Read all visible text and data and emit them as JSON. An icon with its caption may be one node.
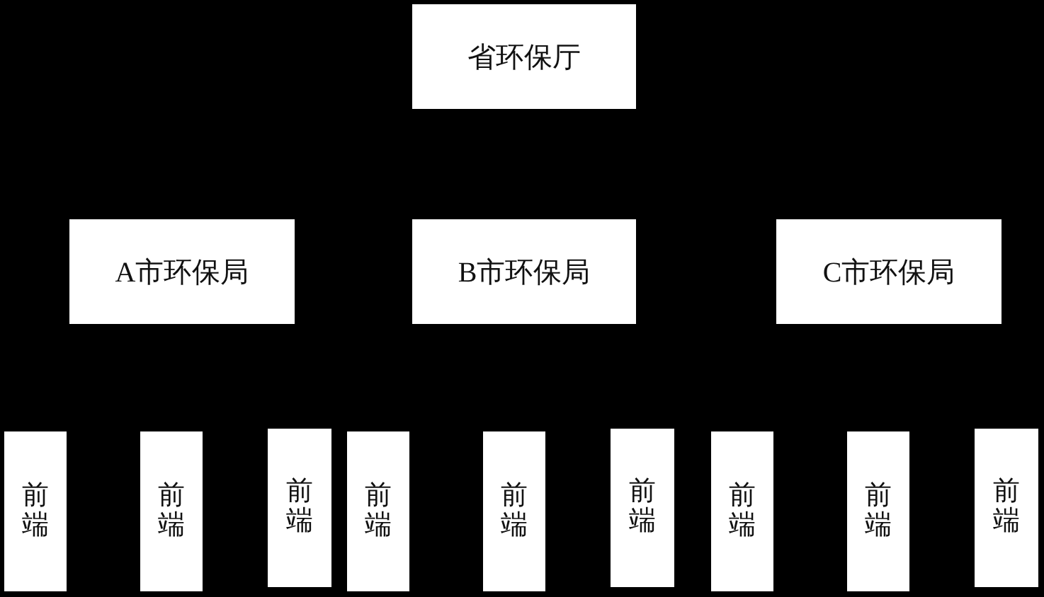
{
  "diagram": {
    "nodes": [
      {
        "text": [
          "省环保厅"
        ]
      },
      {
        "text": [
          "A市环保局"
        ]
      },
      {
        "text": [
          "B市环保局"
        ]
      },
      {
        "text": [
          "C市环保局"
        ]
      },
      {
        "text": [
          "前端"
        ]
      },
      {
        "text": [
          "前端"
        ]
      },
      {
        "text": [
          "前端"
        ]
      },
      {
        "text": [
          "前端"
        ]
      },
      {
        "text": [
          "前端"
        ]
      },
      {
        "text": [
          "前端"
        ]
      },
      {
        "text": [
          "前端"
        ]
      },
      {
        "text": [
          "前端"
        ]
      },
      {
        "text": [
          "前端"
        ]
      }
    ]
  }
}
